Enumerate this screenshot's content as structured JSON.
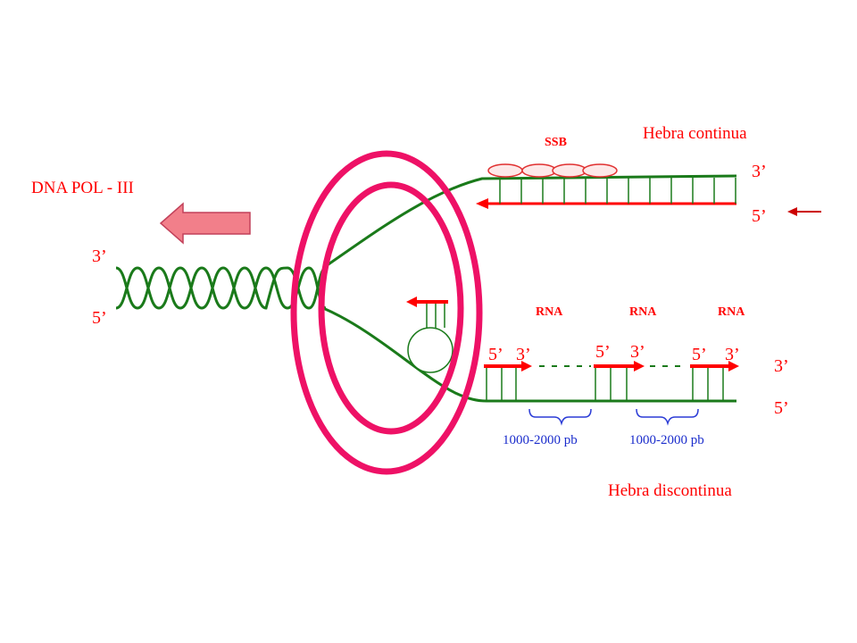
{
  "labels": {
    "enzyme": "DNA POL - III",
    "ssb": "SSB",
    "leading_strand": "Hebra continua",
    "lagging_strand": "Hebra discontinua",
    "rna_primers": [
      "RNA",
      "RNA",
      "RNA"
    ],
    "fragment_sizes": [
      "1000-2000 pb",
      "1000-2000 pb"
    ],
    "parent_top": "3’",
    "parent_bottom": "5’",
    "leading_top_end": "3’",
    "leading_bottom_end": "5’",
    "lagging_top_end": "3’",
    "lagging_bottom_end": "5’",
    "primer_ends": [
      {
        "five": "5’",
        "three": "3’"
      },
      {
        "five": "5’",
        "three": "3’"
      },
      {
        "five": "5’",
        "three": "3’"
      }
    ]
  },
  "colors": {
    "dna": "#1a7a1a",
    "primer": "#ff0000",
    "ring": "#ee1166",
    "ssb_fill": "#fde8e8",
    "ssb_stroke": "#e03030",
    "enzyme_arrow": "#f27f8a",
    "text_red": "#ff0000",
    "text_blue": "#1a2ccc",
    "text_black": "#000000"
  }
}
